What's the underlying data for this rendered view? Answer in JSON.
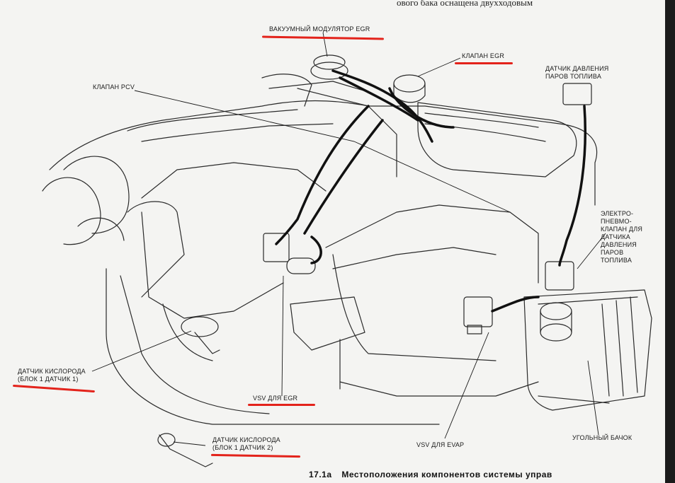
{
  "header": {
    "fragment": "ового бака оснащена двухходовым"
  },
  "labels": {
    "egr_vacuum_modulator": "ВАКУУМНЫЙ МОДУЛЯТОР EGR",
    "egr_valve": "КЛАПАН EGR",
    "pcv_valve": "КЛАПАН PCV",
    "fuel_vapor_sensor": "ДАТЧИК ДАВЛЕНИЯ\nПАРОВ ТОПЛИВА",
    "electro_pneumatic_valve": "ЭЛЕКТРО-\nПНЕВМО-\nКЛАПАН ДЛЯ\nДАТЧИКА\nДАВЛЕНИЯ\nПАРОВ\nТОПЛИВА",
    "oxygen_sensor_1": "ДАТЧИК КИСЛОРОДА\n(БЛОК 1 ДАТЧИК 1)",
    "vsv_egr": "VSV ДЛЯ EGR",
    "oxygen_sensor_2": "ДАТЧИК КИСЛОРОДА\n(БЛОК 1 ДАТЧИК 2)",
    "vsv_evap": "VSV ДЛЯ EVAP",
    "charcoal_canister": "УГОЛЬНЫЙ БАЧОК"
  },
  "caption": {
    "number": "17.1а",
    "text": "Местоположения   компонентов   системы  управ"
  },
  "colors": {
    "ink": "#1a1a1a",
    "paper": "#f4f4f2",
    "highlight": "#e3231b"
  }
}
